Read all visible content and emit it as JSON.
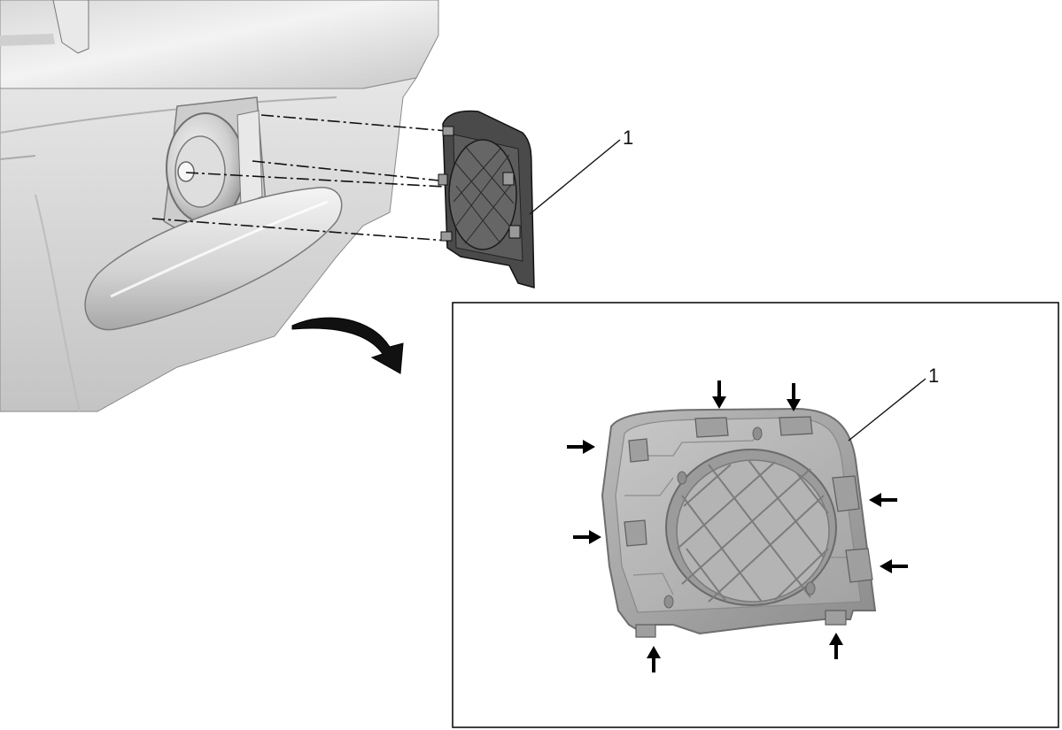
{
  "figure": {
    "callout_overview": "1",
    "callout_detail": "1",
    "colors": {
      "panel_light": "#f2f2f2",
      "panel_mid": "#d4d4d4",
      "panel_dark": "#9a9a9a",
      "part_dark": "#3c3c3c",
      "outline": "#111111",
      "arrow": "#000000"
    },
    "icons": [
      "door-panel",
      "speaker",
      "armrest",
      "speaker-grille-cover",
      "curved-arrow",
      "retaining-clip-arrow"
    ],
    "clip_arrow_count": 8
  }
}
